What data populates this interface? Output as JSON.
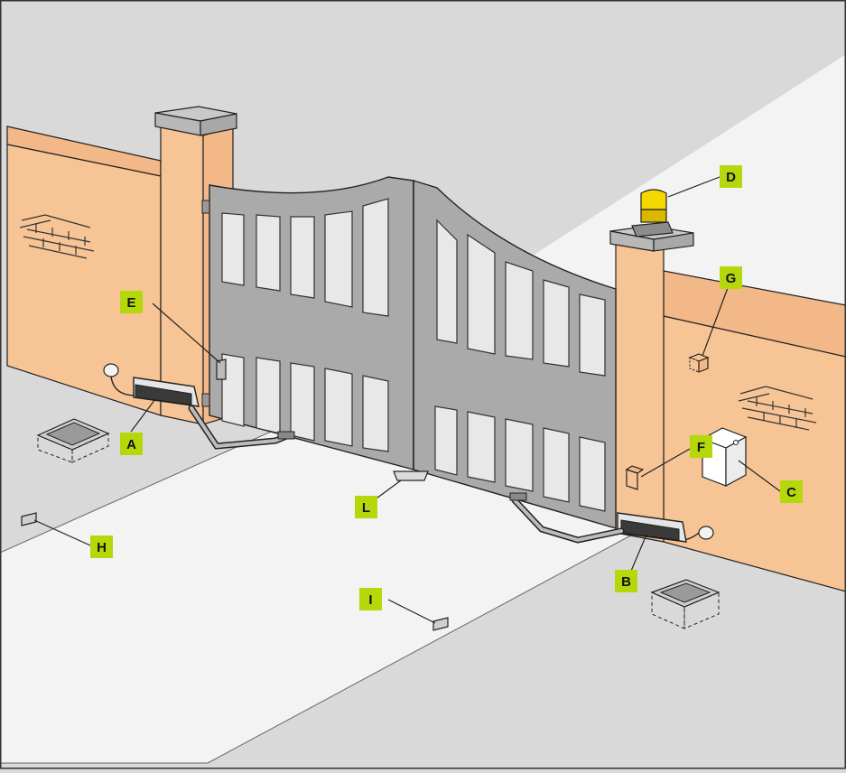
{
  "colors": {
    "ground": "#d9d9d9",
    "paving": "#f3f3f3",
    "wall": "#f7c595",
    "gate": "#aaaaaa",
    "gate_frame": "#9e9e9e",
    "pillar_cap": "#b8b8b8",
    "label_bg": "#b5d80a",
    "outline": "#222222",
    "lamp": "#f5d700"
  },
  "icons": {
    "flashing_light": "warning-lamp-icon",
    "motor": "linear-actuator-icon",
    "control_box": "control-panel-box-icon",
    "photocell": "photocell-icon",
    "key_switch": "key-selector-icon",
    "junction_box": "junction-box-icon"
  },
  "labels": {
    "A": "A",
    "B": "B",
    "C": "C",
    "D": "D",
    "E": "E",
    "F": "F",
    "G": "G",
    "H": "H",
    "I": "I",
    "L": "L"
  }
}
